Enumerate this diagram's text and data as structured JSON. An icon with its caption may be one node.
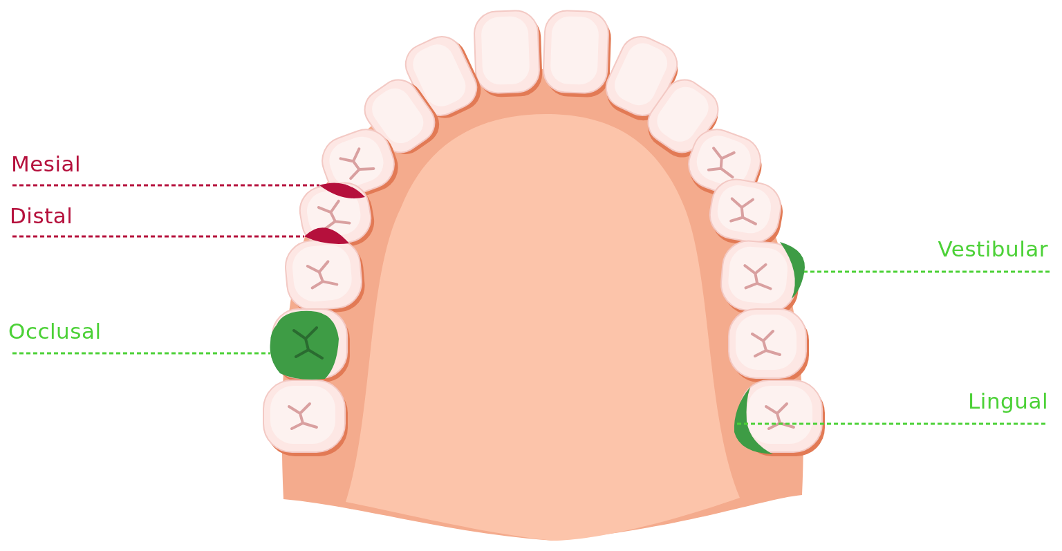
{
  "diagram": {
    "nodes": [
      {
        "text": [
          "Mesial"
        ]
      },
      {
        "text": [],
        "shape": "picture"
      },
      {
        "text": [
          "Distal"
        ]
      },
      {
        "text": [],
        "shape": "picture"
      },
      {
        "text": [
          "Vestibular"
        ]
      },
      {
        "text": [],
        "shape": "picture"
      },
      {
        "text": [
          "Occlusal"
        ]
      },
      {
        "text": [],
        "shape": "picture"
      },
      {
        "text": [
          "Lingual"
        ]
      },
      {
        "text": [],
        "shape": "picture"
      }
    ],
    "edges": [
      {
        "from": 0,
        "to": 1,
        "arrow": "none",
        "style": "dashed",
        "color": "#b5103c"
      },
      {
        "from": 2,
        "to": 3,
        "arrow": "none",
        "style": "dashed",
        "color": "#b5103c"
      },
      {
        "from": 4,
        "to": 5,
        "arrow": "none",
        "style": "dashed"
      },
      {
        "from": 6,
        "to": 7,
        "arrow": "none",
        "style": "dashed"
      },
      {
        "from": 8,
        "to": 9,
        "arrow": "none",
        "style": "dashed"
      }
    ]
  }
}
